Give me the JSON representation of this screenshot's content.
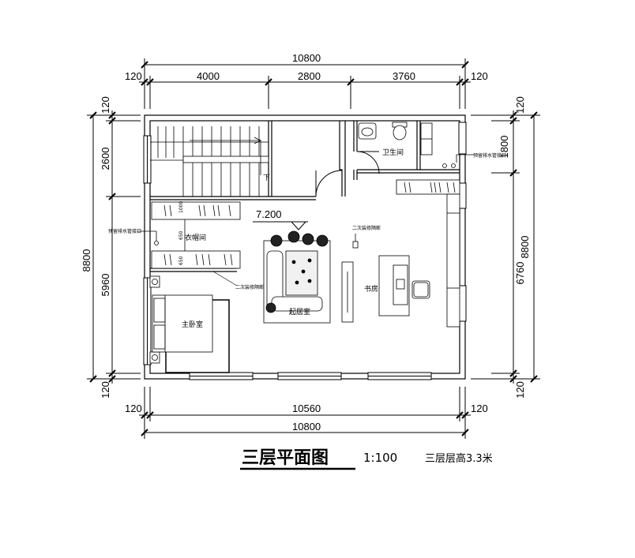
{
  "dimensions": {
    "top_total": "10800",
    "top_left_margin": "120",
    "top_seg1": "4000",
    "top_seg2": "2800",
    "top_seg3": "3760",
    "top_right_margin": "120",
    "bottom_left_margin": "120",
    "bottom_inner": "10560",
    "bottom_right_margin": "120",
    "bottom_total": "10800",
    "left_top_margin": "120",
    "left_seg1": "2600",
    "left_seg2": "5960",
    "left_bottom_margin": "120",
    "left_total": "8800",
    "right_top_margin": "120",
    "right_seg1": "1800",
    "right_seg2": "6760",
    "right_bottom_margin": "120",
    "right_total": "8800"
  },
  "rooms": {
    "bathroom": "卫生间",
    "closet": "衣帽间",
    "master_bedroom": "主卧室",
    "study": "书房",
    "living": "起居室"
  },
  "annotations": {
    "stairs_down": "下",
    "elevation": "7.200",
    "partition_1": "二次装修隔断",
    "partition_2": "二次装修隔断",
    "drain_left": "预留排水管接口",
    "drain_right": "预留排水管接口",
    "closet_dim_1": "1000",
    "closet_dim_2": "650",
    "closet_dim_3": "650"
  },
  "title": {
    "main": "三层平面图",
    "scale": "1:100",
    "note": "三层层高3.3米"
  }
}
